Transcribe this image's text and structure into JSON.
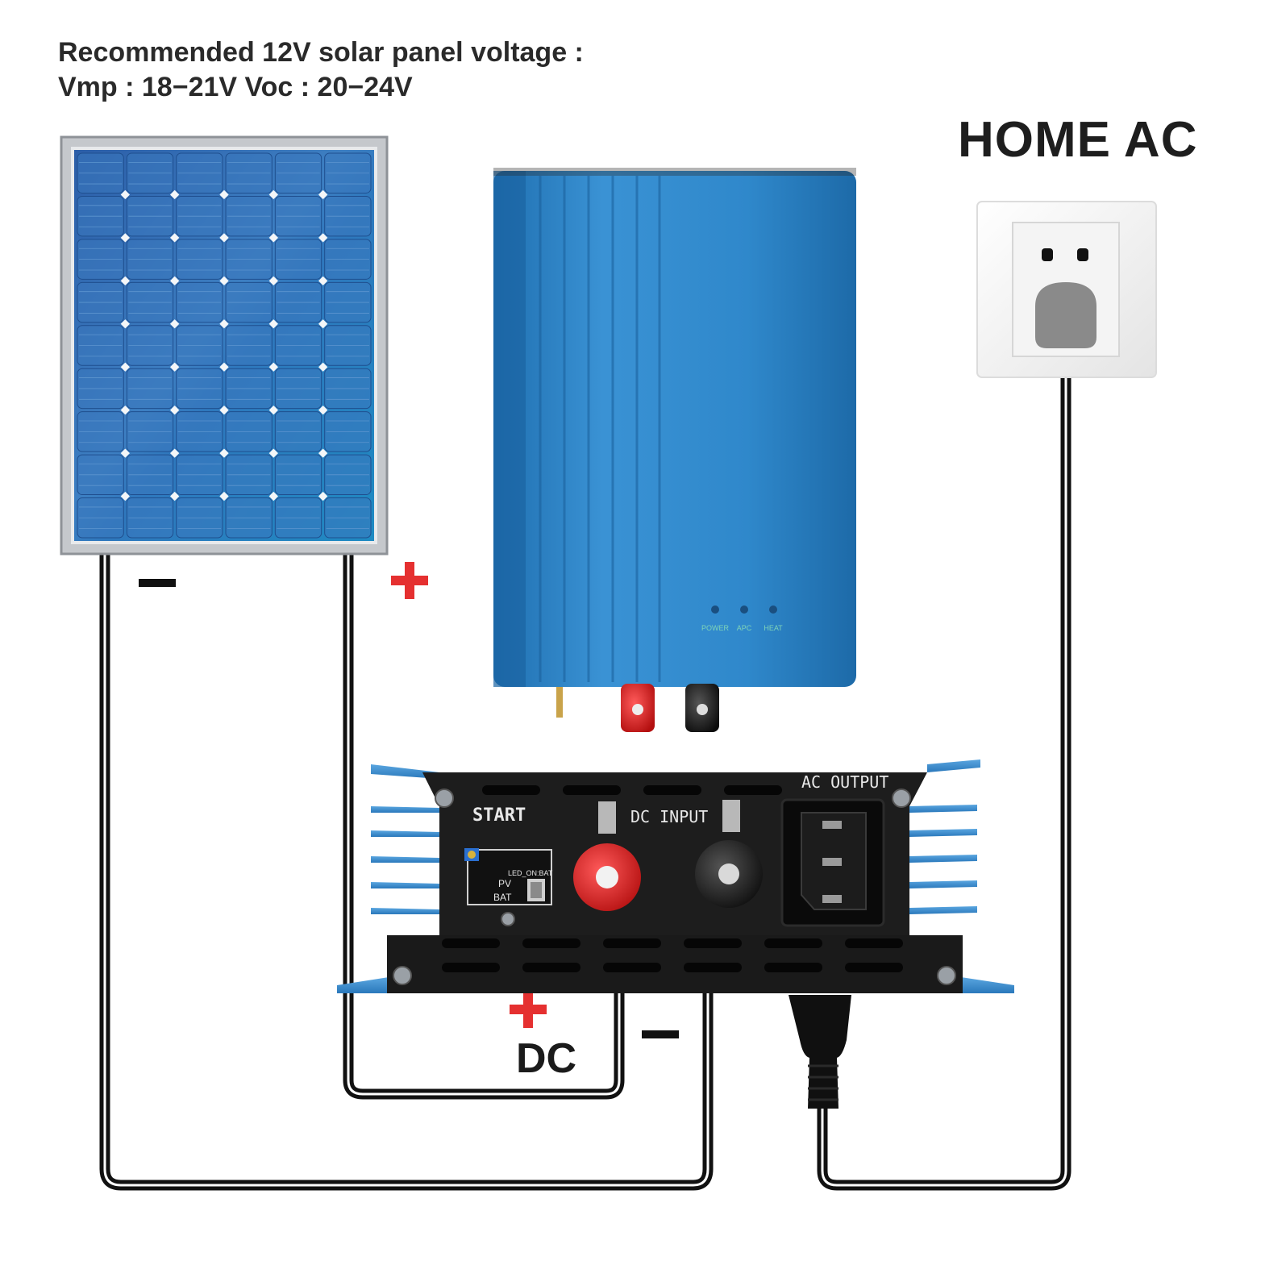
{
  "header": {
    "line1": "Recommended 12V solar panel voltage :",
    "line2": "Vmp : 18−21V Voc : 20−24V"
  },
  "home_ac_label": "HOME AC",
  "polarity": {
    "plus": "+",
    "minus": "−"
  },
  "dc_label": "DC",
  "inverter_led_labels": [
    "POWER",
    "APC",
    "HEAT"
  ],
  "front_panel": {
    "start_label": "START",
    "dc_input_label": "DC INPUT",
    "ac_output_label": "AC OUTPUT",
    "switch_title": "LED_ON:BAT",
    "switch_pv": "PV",
    "switch_bat": "BAT"
  },
  "colors": {
    "inverter_blue": "#2f86c9",
    "panel_cell_blue": "#2e6fb4",
    "plus_red": "#e53030",
    "cable": "#111111",
    "panel_frame": "#b9bcc0"
  }
}
